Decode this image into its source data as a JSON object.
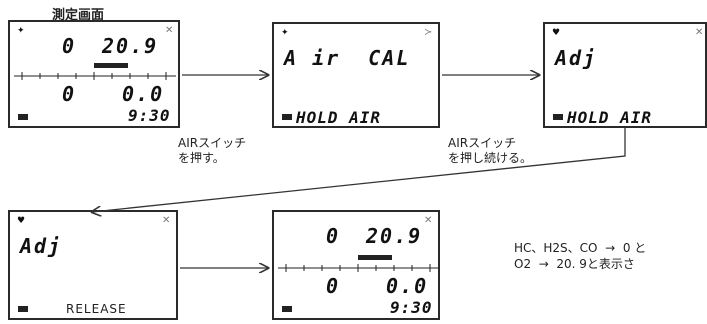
{
  "title": "測定画面",
  "screens": {
    "s1": {
      "co": "0",
      "o2": "20.9",
      "h2s": "0",
      "hc": "0.0",
      "time": "9:30"
    },
    "s2": {
      "mode": "A ir  CAL",
      "hold": "HOLD AIR"
    },
    "s3": {
      "mode": "Adj",
      "hold": "HOLD AIR"
    },
    "s4": {
      "mode": "Adj",
      "release": "RELEASE"
    },
    "s5": {
      "co": "0",
      "o2": "20.9",
      "h2s": "0",
      "hc": "0.0",
      "time": "9:30"
    }
  },
  "captions": {
    "press": "AIRスイッチ\nを押す。",
    "hold": "AIRスイッチ\nを押し続ける。"
  },
  "note": {
    "line1": "HC、H2S、CO  →  0 と",
    "line2": "O2  →  20. 9と表示さ"
  }
}
